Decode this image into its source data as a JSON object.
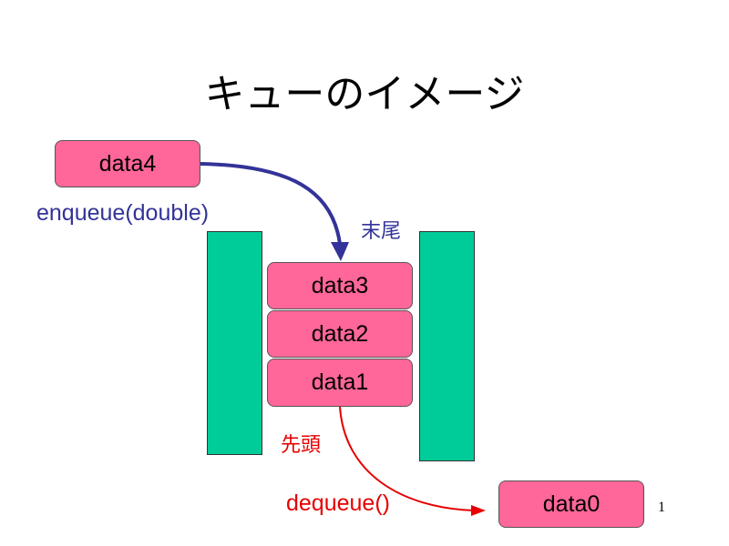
{
  "slide": {
    "title": "キューのイメージ",
    "page_number": "1"
  },
  "queue": {
    "incoming": "data4",
    "items": [
      "data3",
      "data2",
      "data1"
    ],
    "outgoing": "data0"
  },
  "labels": {
    "enqueue": "enqueue(double)",
    "tail": "末尾",
    "head": "先頭",
    "dequeue": "dequeue()"
  },
  "colors": {
    "box_fill": "#ff6699",
    "wall_fill": "#00cc99",
    "enqueue_arrow": "#333399",
    "dequeue_arrow": "#e60000"
  }
}
